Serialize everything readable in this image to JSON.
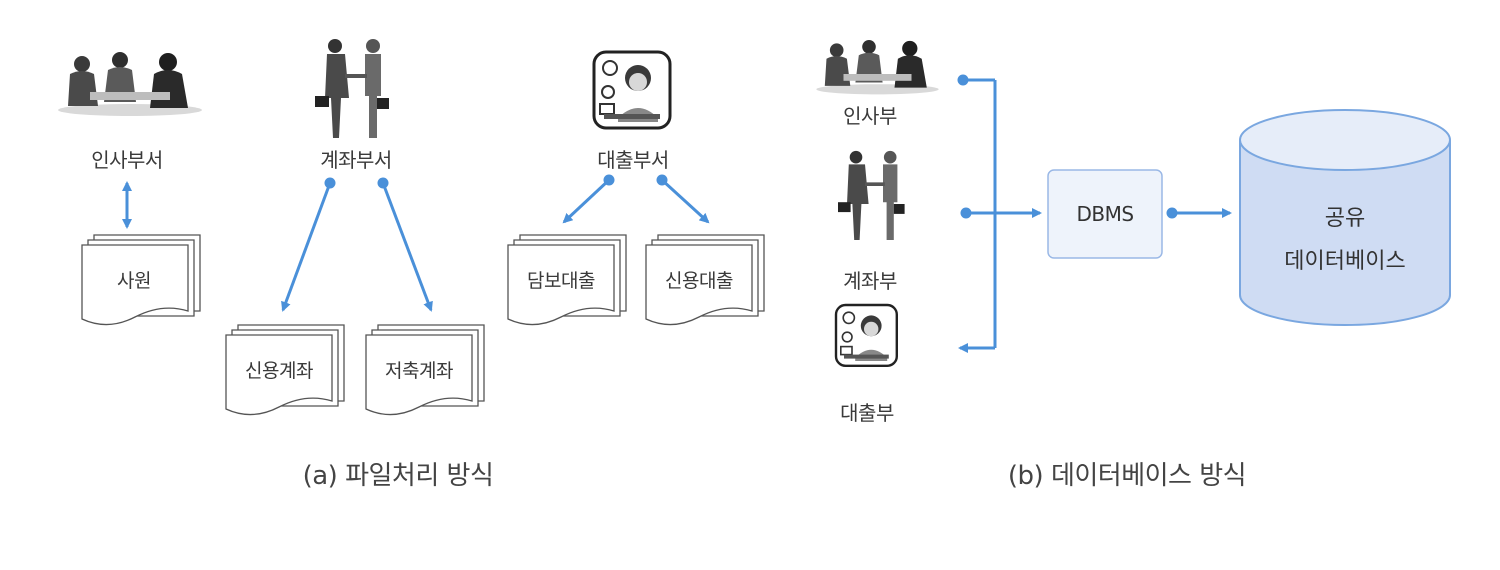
{
  "file_processing": {
    "departments": {
      "hr": "인사부서",
      "account": "계좌부서",
      "loan": "대출부서"
    },
    "files": {
      "employee": "사원",
      "credit_account": "신용계좌",
      "savings_account": "저축계좌",
      "secured_loan": "담보대출",
      "credit_loan": "신용대출"
    },
    "caption": "(a) 파일처리 방식"
  },
  "database": {
    "departments": {
      "hr": "인사부",
      "account": "계좌부",
      "loan": "대출부"
    },
    "dbms": "DBMS",
    "shared_db_line1": "공유",
    "shared_db_line2": "데이터베이스",
    "caption": "(b) 데이터베이스 방식"
  },
  "colors": {
    "arrow": "#4a90d9",
    "db_fill": "#cfdcf3",
    "db_stroke": "#7aa7e0",
    "dbms_fill": "#eef3fb"
  }
}
